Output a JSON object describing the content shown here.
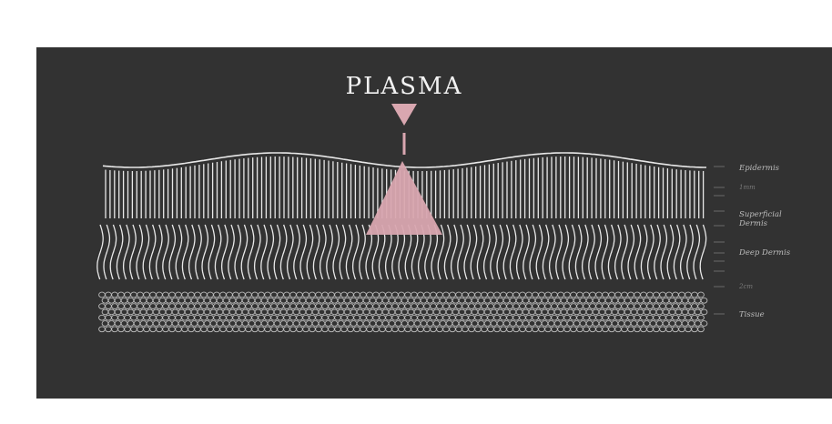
{
  "diagram": {
    "title": "PLASMA",
    "colors": {
      "background": "#323232",
      "lines": "#e8e8e8",
      "accent": "#d9a7b0"
    },
    "layers": [
      {
        "id": "epidermis",
        "label": "Epidermis"
      },
      {
        "id": "superficial-dermis",
        "label": "Superficial\nDermis"
      },
      {
        "id": "deep-dermis",
        "label": "Deep Dermis"
      },
      {
        "id": "tissue",
        "label": "Tissue"
      }
    ],
    "depth_marks": [
      {
        "label": "1mm"
      },
      {
        "label": "2cm"
      }
    ]
  }
}
